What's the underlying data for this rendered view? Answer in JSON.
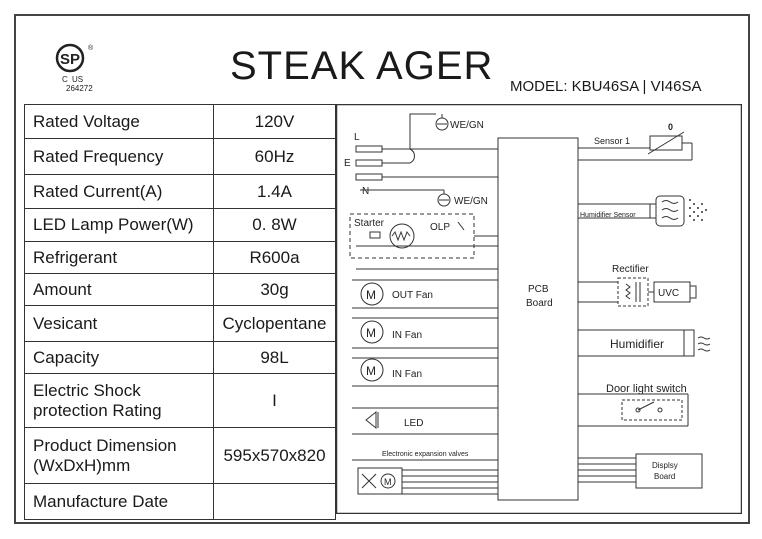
{
  "title": "STEAK AGER",
  "model": "MODEL: KBU46SA | VI46SA",
  "cert": {
    "mark": "SP",
    "c": "C",
    "us": "US",
    "reg": "®",
    "number": "264272"
  },
  "specs": [
    {
      "label": "Rated Voltage",
      "value": "120V"
    },
    {
      "label": "Rated Frequency",
      "value": "60Hz"
    },
    {
      "label": "Rated Current(A)",
      "value": "1.4A"
    },
    {
      "label": "LED Lamp Power(W)",
      "value": "0. 8W"
    },
    {
      "label": "Refrigerant",
      "value": "R600a"
    },
    {
      "label": "Amount",
      "value": "30g"
    },
    {
      "label": "Vesicant",
      "value": "Cyclopentane"
    },
    {
      "label": "Capacity",
      "value": "98L"
    },
    {
      "label": "Electric Shock protection Rating",
      "value": "I"
    },
    {
      "label": "Product Dimension (WxDxH)mm",
      "value": "595x570x820"
    },
    {
      "label": "Manufacture Date",
      "value": ""
    }
  ],
  "wiring": {
    "L": "L",
    "E": "E",
    "N": "N",
    "ground1": "WE/GN",
    "ground2": "WE/GN",
    "starter": "Starter",
    "olp": "OLP",
    "motor_symbol": "M",
    "out_fan": "OUT Fan",
    "in_fan1": "IN Fan",
    "in_fan2": "IN Fan",
    "led": "LED",
    "valves": "Electronic expansion valves",
    "pcb": "PCB",
    "board": "Board",
    "sensor1": "Sensor 1",
    "sensor_symbol": "0",
    "humidifier_sensor": "Humidifier Sensor",
    "rectifier": "Rectifier",
    "uvc": "UVC",
    "humidifier": "Humidifier",
    "door_switch": "Door light switch",
    "display_board": "Displsy",
    "display_board2": "Board"
  }
}
